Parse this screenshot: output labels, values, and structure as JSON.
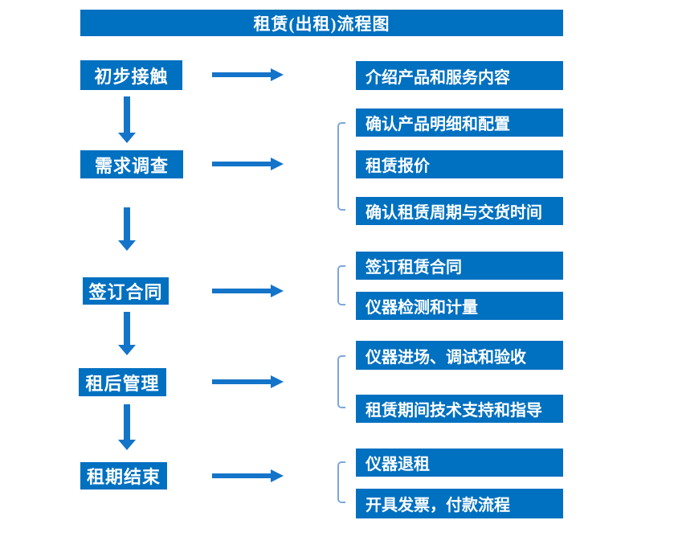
{
  "title": "租赁(出租)流程图",
  "colors": {
    "box_fill": "#0070c0",
    "arrow": "#1374c9",
    "bracket": "#7da7dc",
    "box_text": "#ffffff",
    "background": "#ffffff"
  },
  "steps": [
    {
      "label": "初步接触",
      "outputs": [
        "介绍产品和服务内容"
      ]
    },
    {
      "label": "需求调查",
      "outputs": [
        "确认产品明细和配置",
        "租赁报价",
        "确认租赁周期与交货时间"
      ]
    },
    {
      "label": "签订合同",
      "outputs": [
        "签订租赁合同",
        "仪器检测和计量"
      ]
    },
    {
      "label": "租后管理",
      "outputs": [
        "仪器进场、调试和验收",
        "租赁期间技术支持和指导"
      ]
    },
    {
      "label": "租期结束",
      "outputs": [
        "仪器退租",
        "开具发票，付款流程"
      ]
    }
  ]
}
